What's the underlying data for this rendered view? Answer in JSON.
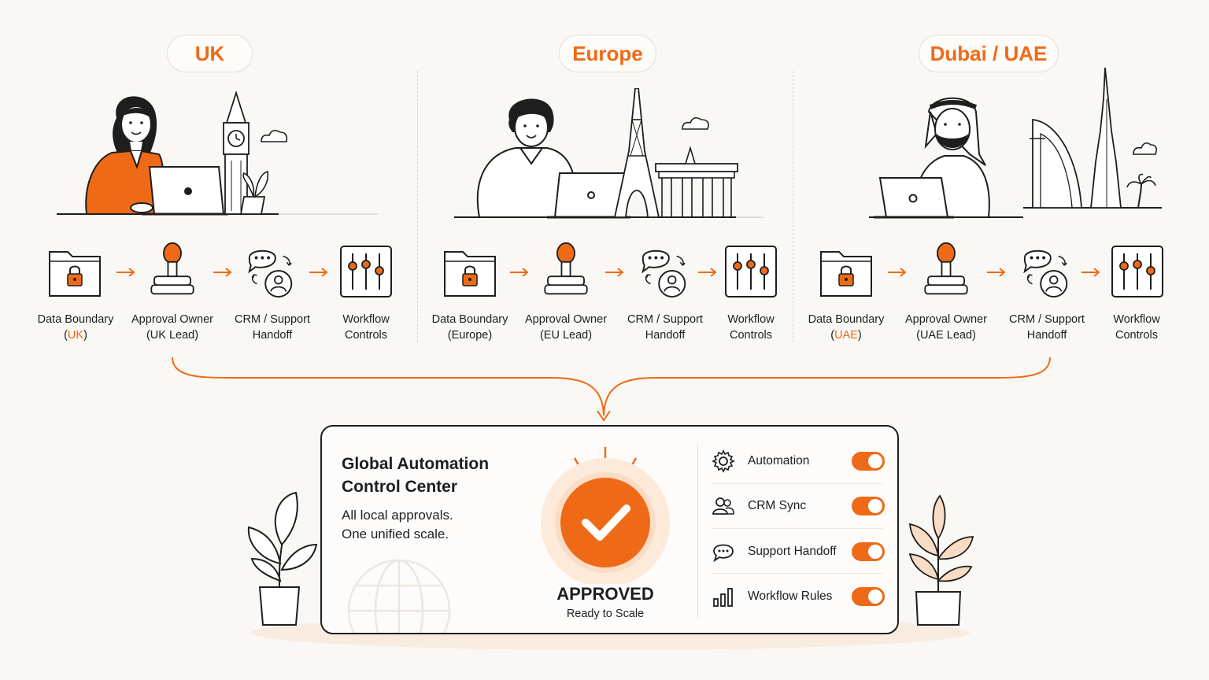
{
  "regions": [
    {
      "name": "UK",
      "steps": [
        {
          "line1": "Data Boundary",
          "line2": "UK",
          "paren": true,
          "highlight": true
        },
        {
          "line1": "Approval Owner",
          "line2": "(UK Lead)"
        },
        {
          "line1": "CRM / Support",
          "line2": "Handoff"
        },
        {
          "line1": "Workflow",
          "line2": "Controls"
        }
      ]
    },
    {
      "name": "Europe",
      "steps": [
        {
          "line1": "Data Boundary",
          "line2": "(Europe)"
        },
        {
          "line1": "Approval Owner",
          "line2": "(EU Lead)"
        },
        {
          "line1": "CRM / Support",
          "line2": "Handoff"
        },
        {
          "line1": "Workflow",
          "line2": "Controls"
        }
      ]
    },
    {
      "name": "Dubai / UAE",
      "steps": [
        {
          "line1": "Data Boundary",
          "line2": "UAE",
          "paren": true,
          "highlight": true
        },
        {
          "line1": "Approval Owner",
          "line2": "(UAE Lead)"
        },
        {
          "line1": "CRM / Support",
          "line2": "Handoff"
        },
        {
          "line1": "Workflow",
          "line2": "Controls"
        }
      ]
    }
  ],
  "control_center": {
    "title": "Global Automation Control Center",
    "subtitle_1": "All local approvals.",
    "subtitle_2": "One unified scale.",
    "status": "APPROVED",
    "status_sub": "Ready to Scale",
    "toggles": [
      {
        "label": "Automation",
        "icon": "gear-icon",
        "on": true
      },
      {
        "label": "CRM Sync",
        "icon": "users-icon",
        "on": true
      },
      {
        "label": "Support Handoff",
        "icon": "chat-icon",
        "on": true
      },
      {
        "label": "Workflow Rules",
        "icon": "bar-chart-icon",
        "on": true
      }
    ]
  },
  "colors": {
    "accent": "#ef6a17",
    "ink": "#1e1e1e",
    "background": "#faf8f4"
  }
}
